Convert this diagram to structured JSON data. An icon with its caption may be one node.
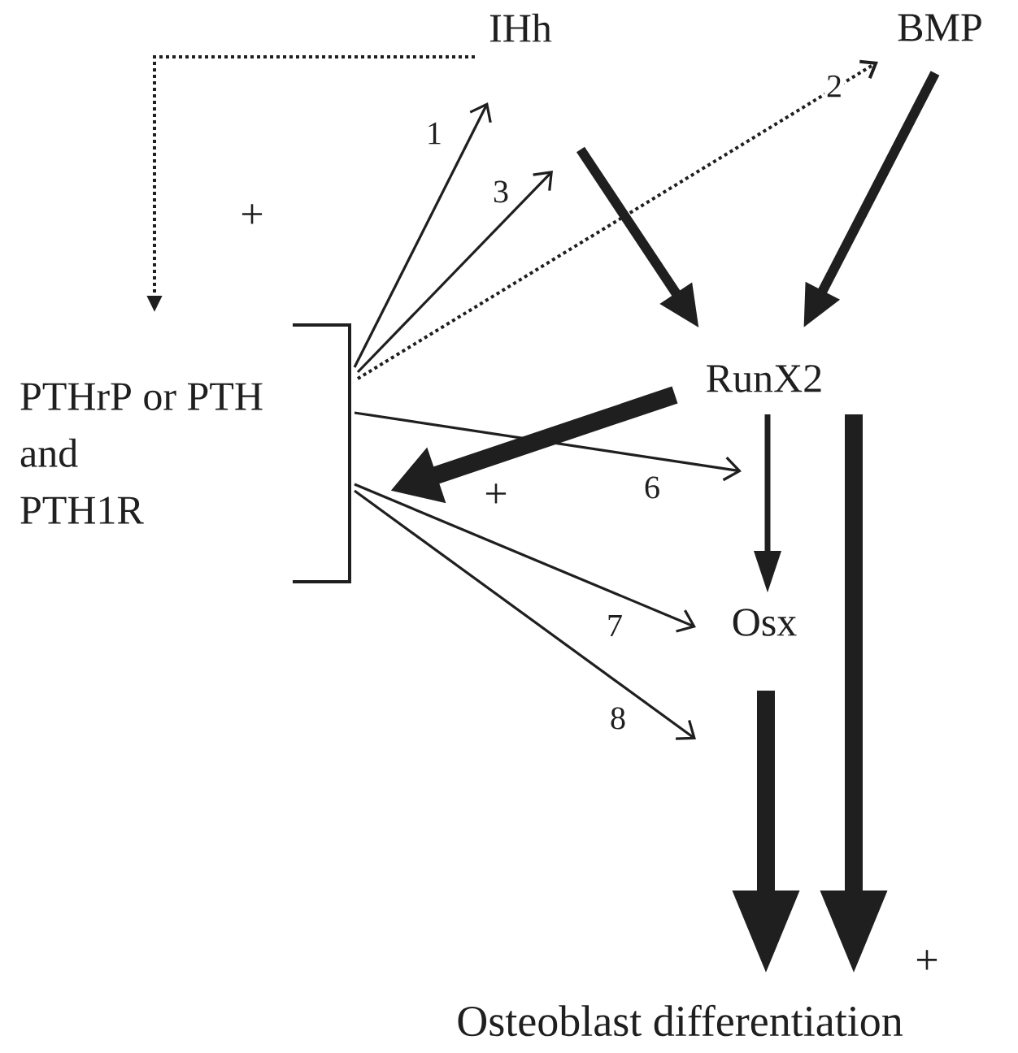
{
  "diagram": {
    "nodes": [
      {
        "text": [
          "IHh"
        ]
      },
      {
        "text": [
          "BMP"
        ]
      },
      {
        "text": [
          "PTHrP or PTH and PTH1R"
        ]
      },
      {
        "text": [
          "RunX2"
        ]
      },
      {
        "text": [
          "Osx"
        ]
      },
      {
        "text": [
          "Osteoblast differentiation"
        ]
      }
    ],
    "edges": [
      {
        "from": 0,
        "to": 2,
        "arrow": "to",
        "style": "dashed"
      },
      {
        "from": 2,
        "to": 0,
        "arrow": "to",
        "label": "1"
      },
      {
        "from": 2,
        "to": 1,
        "arrow": "to",
        "label": "2",
        "style": "dashed"
      },
      {
        "from": 2,
        "to": null,
        "arrow": "to",
        "label": "3"
      },
      {
        "from": 0,
        "to": 3,
        "arrow": "to",
        "style": "thick"
      },
      {
        "from": 1,
        "to": 3,
        "arrow": "to",
        "style": "thick"
      },
      {
        "from": 3,
        "to": 2,
        "arrow": "to",
        "style": "thick"
      },
      {
        "from": 2,
        "to": null,
        "arrow": "to",
        "label": "6"
      },
      {
        "from": 3,
        "to": 4,
        "arrow": "to"
      },
      {
        "from": 2,
        "to": 4,
        "arrow": "to",
        "label": "7"
      },
      {
        "from": 2,
        "to": null,
        "arrow": "to",
        "label": "8"
      },
      {
        "from": 4,
        "to": 5,
        "arrow": "to",
        "style": "thick"
      },
      {
        "from": 3,
        "to": 5,
        "arrow": "to",
        "style": "thick"
      }
    ],
    "labels": [
      "+",
      "+",
      "+"
    ]
  }
}
